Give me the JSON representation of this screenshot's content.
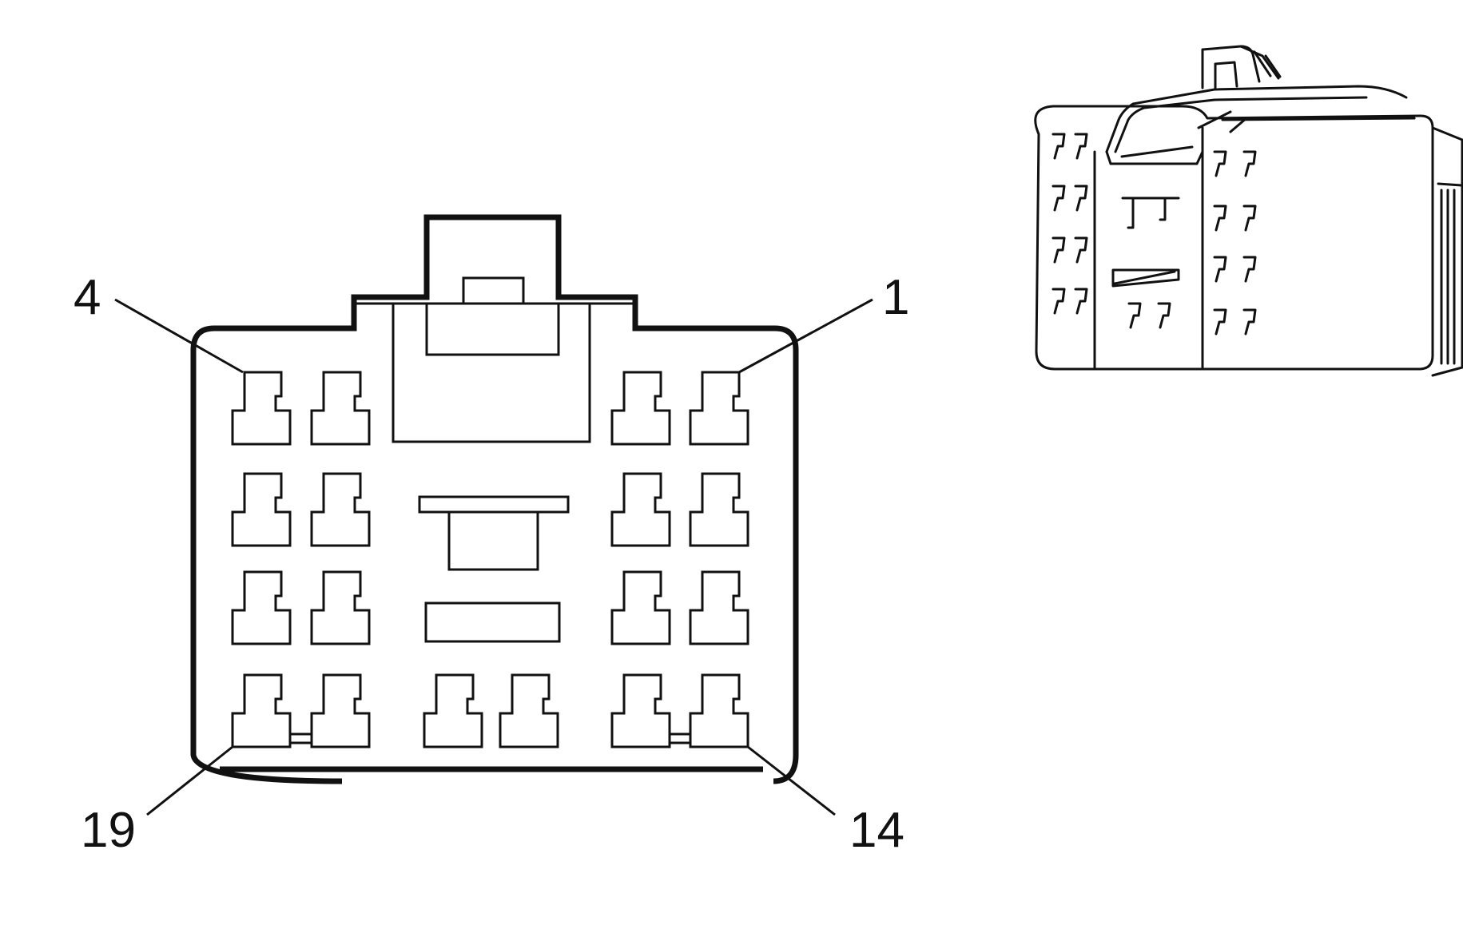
{
  "diagram": {
    "pin_labels": {
      "top_left": "4",
      "top_right": "1",
      "bottom_left": "19",
      "bottom_right": "14"
    },
    "colors": {
      "line": "#111111",
      "background": "#ffffff"
    }
  }
}
